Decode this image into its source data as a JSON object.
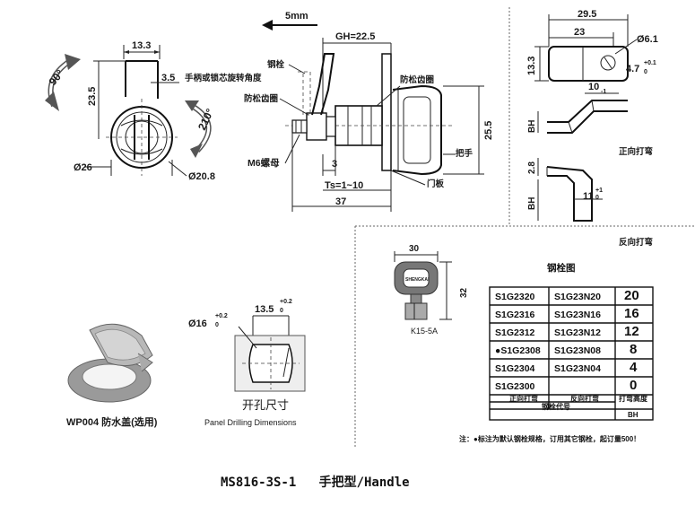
{
  "front_view": {
    "dim_width": "13.3",
    "dim_offset": "3.5",
    "dim_height": "23.5",
    "dim_outer_dia": "Ø26",
    "dim_inner_dia": "Ø20.8",
    "angle_left": "90°",
    "angle_right": "210°",
    "note_rotation": "手柄或锁芯旋转角度"
  },
  "side_view": {
    "arrow_label": "5mm",
    "dim_gh": "GH=22.5",
    "dim_height": "25.5",
    "dim_3": "3",
    "dim_ts": "Ts=1~10",
    "dim_37": "37",
    "label_cam": "钢栓",
    "label_lock_washer_left": "防松齿圈",
    "label_lock_washer_right": "防松齿圈",
    "label_nut": "M6螺母",
    "label_handle": "把手",
    "label_panel": "门板"
  },
  "cam_views": {
    "dim_29_5": "29.5",
    "dim_23": "23",
    "dim_hole": "Ø6.1",
    "dim_13_3": "13.3",
    "dim_4_7": "4.7",
    "tol_4_7_upper": "+0.1",
    "tol_4_7_lower": "0",
    "dim_10": "10",
    "tol_10_lower": "-1",
    "label_bh_1": "BH",
    "dim_2_8": "2.8",
    "label_bh_2": "BH",
    "dim_11": "11",
    "tol_11_upper": "+1",
    "tol_11_lower": "0",
    "label_forward_bend": "正向打弯",
    "label_reverse_bend": "反向打弯"
  },
  "key": {
    "dim_width": "30",
    "dim_height": "32",
    "brand": "SHENGKAI",
    "model": "K15-5A"
  },
  "cam_table": {
    "title": "钢栓图",
    "rows": [
      {
        "fwd": "S1G2320",
        "rev": "S1G23N20",
        "bh": "20"
      },
      {
        "fwd": "S1G2316",
        "rev": "S1G23N16",
        "bh": "16"
      },
      {
        "fwd": "S1G2312",
        "rev": "S1G23N12",
        "bh": "12"
      },
      {
        "fwd": "●S1G2308",
        "rev": "S1G23N08",
        "bh": "8"
      },
      {
        "fwd": "S1G2304",
        "rev": "S1G23N04",
        "bh": "4"
      },
      {
        "fwd": "S1G2300",
        "rev": "",
        "bh": "0"
      }
    ],
    "hdr_fwd": "正向打弯",
    "hdr_rev": "反向打弯",
    "hdr_bh": "打弯高度",
    "hdr_code": "钢栓代号",
    "hdr_bh_abbr": "BH",
    "note": "注：●标注为默认钢栓规格，订用其它钢栓，起订量500！"
  },
  "drilling": {
    "dim_dia": "Ø16",
    "tol_dia_upper": "+0.2",
    "tol_dia_lower": "0",
    "dim_flat": "13.5",
    "tol_flat_upper": "+0.2",
    "tol_flat_lower": "0",
    "label_cn": "开孔尺寸",
    "label_en": "Panel Drilling Dimensions"
  },
  "cover": {
    "label": "WP004 防水盖(选用)"
  },
  "caption": "MS816-3S-1   手把型/Handle"
}
